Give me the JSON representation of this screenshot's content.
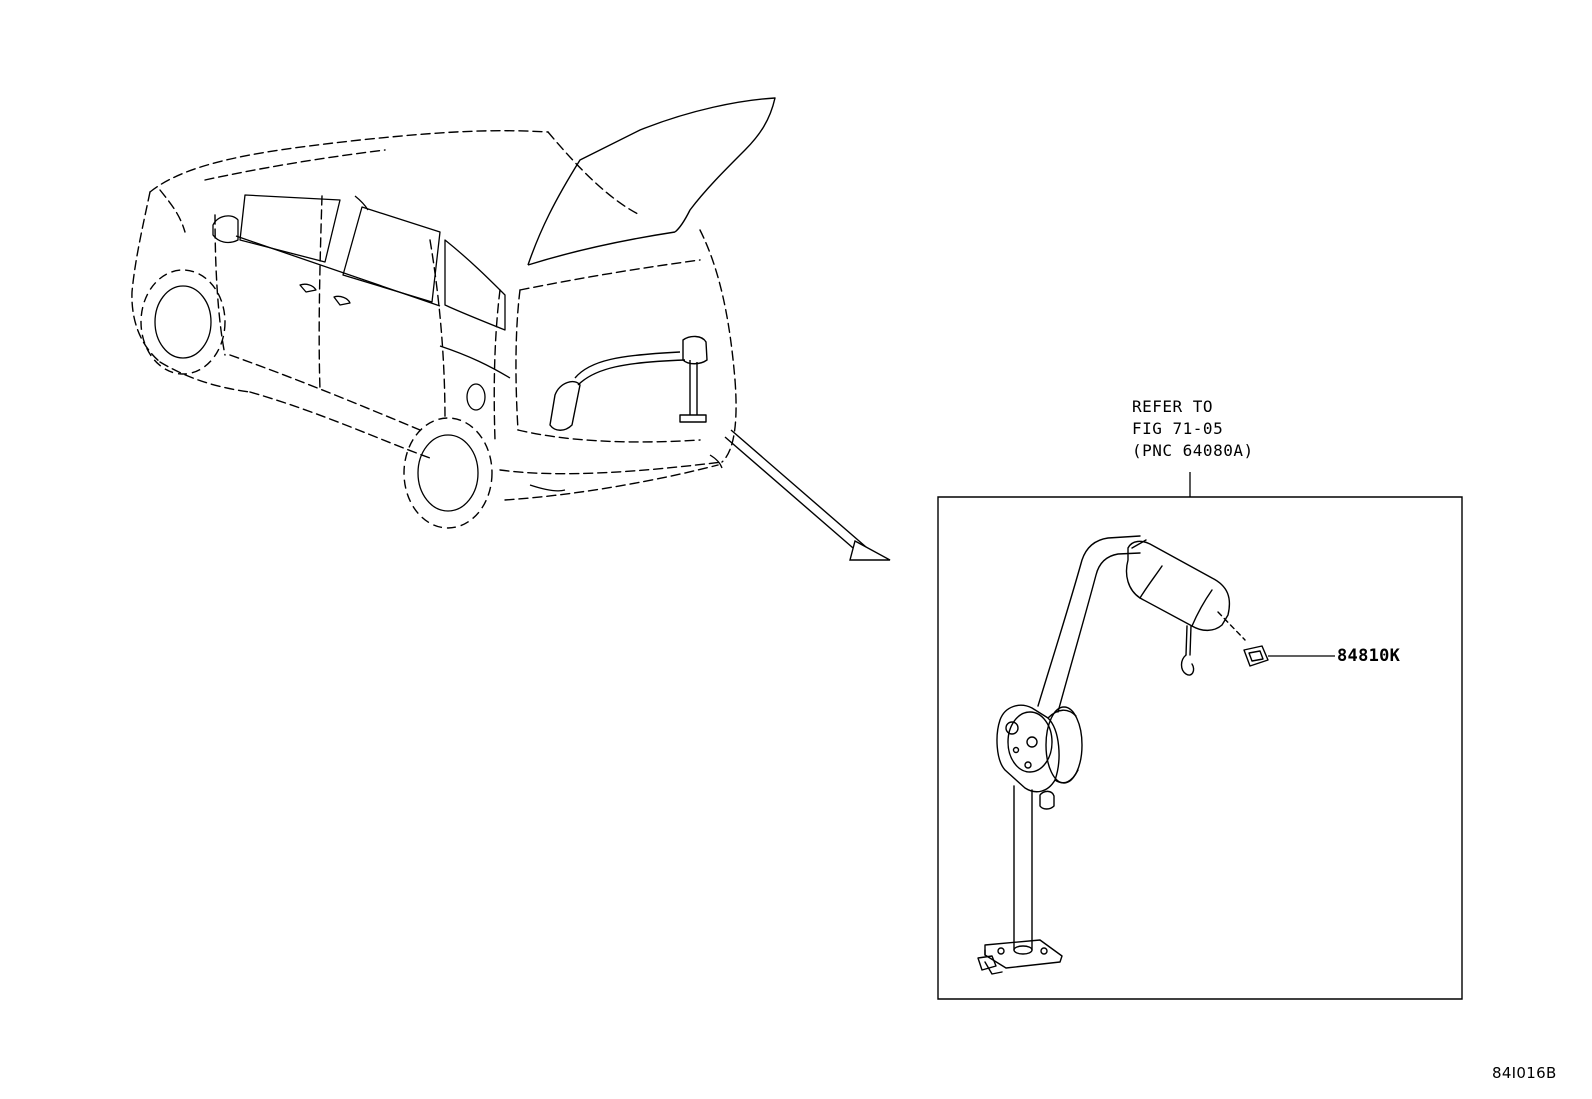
{
  "refer": {
    "line1": "REFER TO",
    "line2": "FIG 71-05",
    "line3": "(PNC 64080A)"
  },
  "parts": [
    {
      "number": "84810K"
    }
  ],
  "figure_code": "84I016B",
  "colors": {
    "ink": "#000000",
    "paper": "#ffffff"
  }
}
